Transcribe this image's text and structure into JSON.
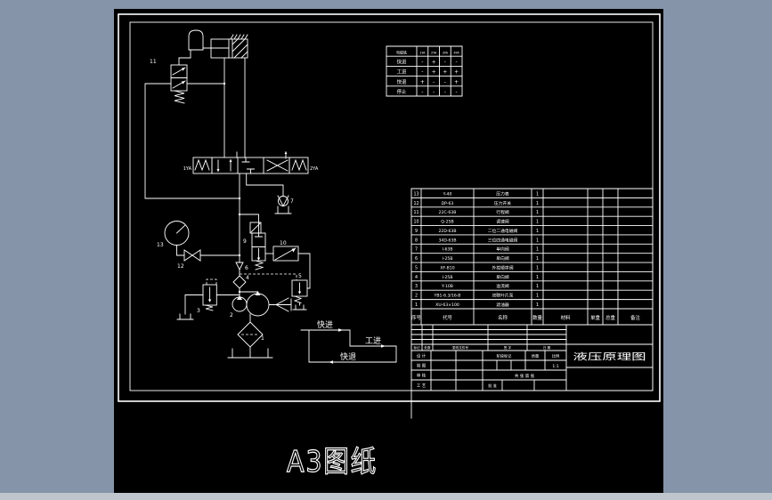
{
  "window": {
    "caption": "A3图纸"
  },
  "action_table": {
    "corner": "电磁铁",
    "columns": [
      "1YA",
      "2YA",
      "3YA",
      "4YA"
    ],
    "rows": [
      {
        "label": "快进",
        "values": [
          "-",
          "+",
          "-",
          "-"
        ]
      },
      {
        "label": "工进",
        "values": [
          "-",
          "+",
          "+",
          "+"
        ]
      },
      {
        "label": "快退",
        "values": [
          "+",
          "-",
          "-",
          "+"
        ]
      },
      {
        "label": "停止",
        "values": [
          "-",
          "-",
          "-",
          "-"
        ]
      }
    ]
  },
  "bom": {
    "headers": [
      "序号",
      "代号",
      "名称",
      "数量",
      "材料",
      "单重",
      "总重",
      "备注"
    ],
    "rows": [
      {
        "no": "13",
        "code": "Y-40",
        "name": "压力表",
        "qty": "1"
      },
      {
        "no": "12",
        "code": "DP-63",
        "name": "压力开关",
        "qty": "1"
      },
      {
        "no": "11",
        "code": "22C-63B",
        "name": "行程阀",
        "qty": "1"
      },
      {
        "no": "10",
        "code": "Q-25B",
        "name": "调速阀",
        "qty": "1"
      },
      {
        "no": "9",
        "code": "22D-63B",
        "name": "二位二通电磁阀",
        "qty": "1"
      },
      {
        "no": "8",
        "code": "34D-63B",
        "name": "三位四通电磁阀",
        "qty": "1"
      },
      {
        "no": "7",
        "code": "I-63B",
        "name": "单向阀",
        "qty": "1"
      },
      {
        "no": "6",
        "code": "I-25B",
        "name": "单向阀",
        "qty": "1"
      },
      {
        "no": "5",
        "code": "XF-B10",
        "name": "外控顺序阀",
        "qty": "1"
      },
      {
        "no": "4",
        "code": "I-25B",
        "name": "单向阀",
        "qty": "1"
      },
      {
        "no": "3",
        "code": "Y-10B",
        "name": "溢流阀",
        "qty": "1"
      },
      {
        "no": "2",
        "code": "YB1-6.3/16-B",
        "name": "双联叶片泵",
        "qty": "1"
      },
      {
        "no": "1",
        "code": "XU-63×100",
        "name": "滤油器",
        "qty": "1"
      }
    ]
  },
  "title_block": {
    "drawing_title": "液压原理图",
    "revision_headers": [
      "标记",
      "处数",
      "更改文件号",
      "签 字",
      "日 期"
    ],
    "row_labels": [
      "设 计",
      "制 图",
      "审 核",
      "工 艺"
    ],
    "approve_label": "批 准",
    "stage_label": "阶段标记",
    "mass_label": "质量",
    "scale_label": "比例",
    "scale_value": "1:1",
    "sheets_note": "共 张 第 张"
  },
  "cycle_diagram": {
    "rapid_advance": "快进",
    "work_feed": "工进",
    "rapid_return": "快退"
  },
  "schematic": {
    "solenoid_left": "1YA",
    "solenoid_right": "2YA",
    "numbers": {
      "c1": "1",
      "c2": "2",
      "c3": "3",
      "c4": "4",
      "c5": "5",
      "c6": "6",
      "c7": "7",
      "c9": "9",
      "c10": "10",
      "c11": "11",
      "c12": "12",
      "c13": "13"
    }
  }
}
